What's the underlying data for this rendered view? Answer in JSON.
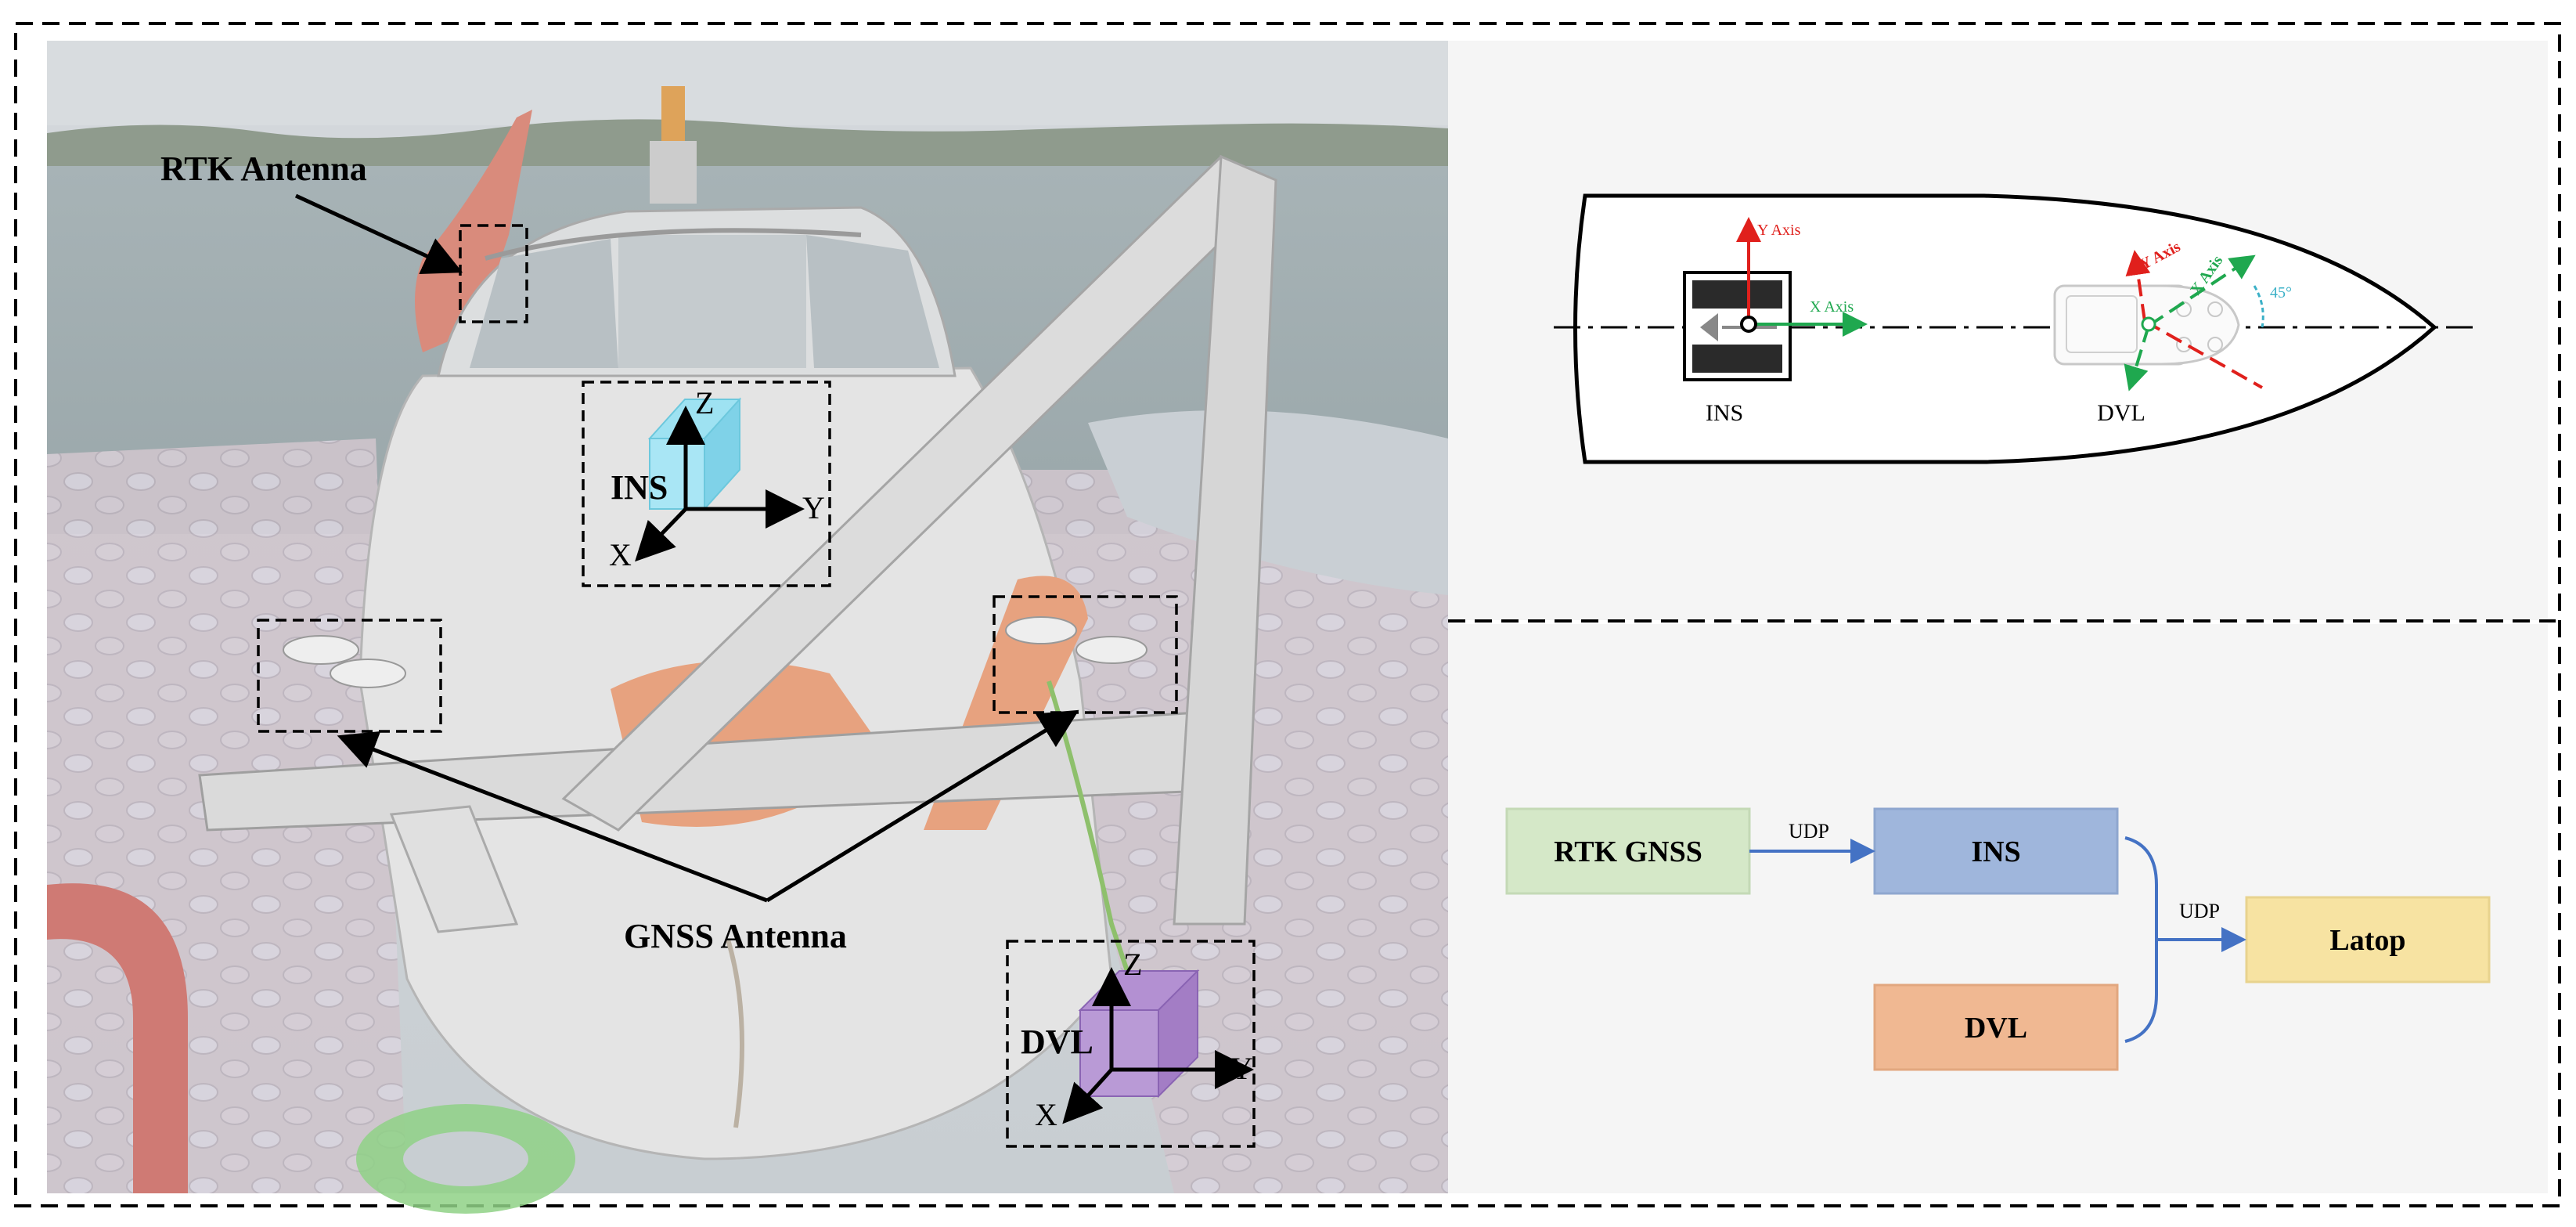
{
  "photo": {
    "rtk_label": "RTK Antenna",
    "gnss_label": "GNSS Antenna",
    "ins_label": "INS",
    "dvl_label": "DVL",
    "axis_x": "X",
    "axis_y": "Y",
    "axis_z": "Z"
  },
  "topview": {
    "ins_caption": "INS",
    "dvl_caption": "DVL",
    "ins_y_axis": "Y Axis",
    "ins_x_axis": "X Axis",
    "dvl_y_axis": "Y Axis",
    "dvl_x_axis": "X Axis",
    "angle": "45°"
  },
  "flow": {
    "rtk_gnss": "RTK GNSS",
    "ins": "INS",
    "dvl": "DVL",
    "laptop": "Latop",
    "udp_1": "UDP",
    "udp_2": "UDP"
  },
  "colors": {
    "rtk_box": "#d5e8c8",
    "ins_box": "#9fb6dc",
    "dvl_box": "#f0b892",
    "laptop_box": "#f7e3a2",
    "red_axis": "#e0201c",
    "green_axis": "#1fa84f",
    "arrow_blue": "#4472c4"
  }
}
